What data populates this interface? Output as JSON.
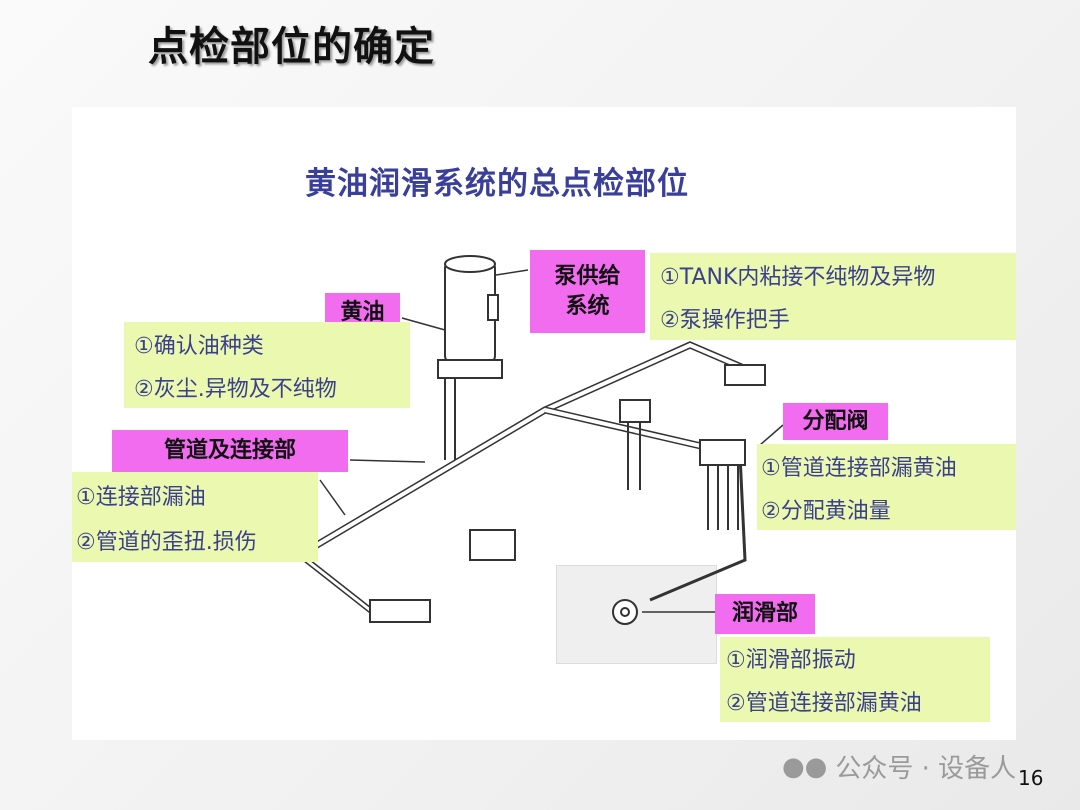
{
  "slide_title": "点检部位的确定",
  "diagram_title": "黄油润滑系统的总点检部位",
  "labels": {
    "grease": "黄油",
    "pump": "泵供给\n系统",
    "pipe": "管道及连接部",
    "valve": "分配阀",
    "lube": "润滑部"
  },
  "checks": {
    "grease": [
      "①确认油种类",
      "②灰尘.异物及不纯物"
    ],
    "pump": [
      "①TANK内粘接不纯物及异物",
      "②泵操作把手"
    ],
    "pipe": [
      "①连接部漏油",
      "②管道的歪扭.损伤"
    ],
    "valve": [
      "①管道连接部漏黄油",
      "②分配黄油量"
    ],
    "lube": [
      "①润滑部振动",
      "②管道连接部漏黄油"
    ]
  },
  "watermark": "公众号 · 设备人",
  "page_number": "16"
}
